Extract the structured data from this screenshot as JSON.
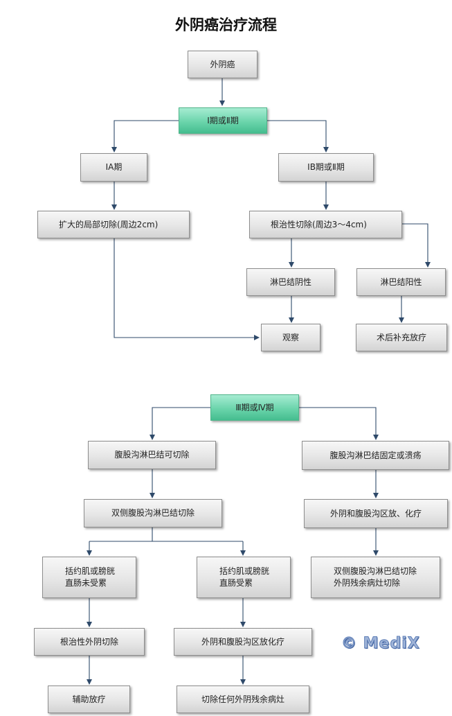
{
  "title": "外阴癌治疗流程",
  "nodes": {
    "root": "外阴癌",
    "stage12": "Ⅰ期或Ⅱ期",
    "stage1a": "ⅠA期",
    "stage1b2": "ⅠB期或Ⅱ期",
    "local_excision": "扩大的局部切除(周边2cm)",
    "radical_excision": "根治性切除(周边3～4cm)",
    "node_negative": "淋巴结阴性",
    "node_positive": "淋巴结阳性",
    "observe": "观察",
    "postop_radio": "术后补充放疗",
    "stage34": "Ⅲ期或Ⅳ期",
    "resectable": "腹股沟淋巴结可切除",
    "fixed": "腹股沟淋巴结固定或溃疡",
    "bilateral": "双侧腹股沟淋巴结切除",
    "chemoradio": "外阴和腹股沟区放、化疗",
    "sphincter_free_1": "括约肌或膀胱",
    "sphincter_free_2": "直肠未受累",
    "sphincter_inv_1": "括约肌或膀胱",
    "sphincter_inv_2": "直肠受累",
    "bilateral_residual_1": "双侧腹股沟淋巴结切除",
    "bilateral_residual_2": "外阴残余病灶切除",
    "radical_vulvectomy": "根治性外阴切除",
    "vulva_chemoradio": "外阴和腹股沟区放化疗",
    "adjuvant_radio": "辅助放疗",
    "excise_residual": "切除任何外阴残余病灶"
  },
  "watermark": "© MediX",
  "colors": {
    "stage_header": "#5fcfa3",
    "box_fill": "#e6e6e6",
    "connector": "#2f4a6a"
  }
}
